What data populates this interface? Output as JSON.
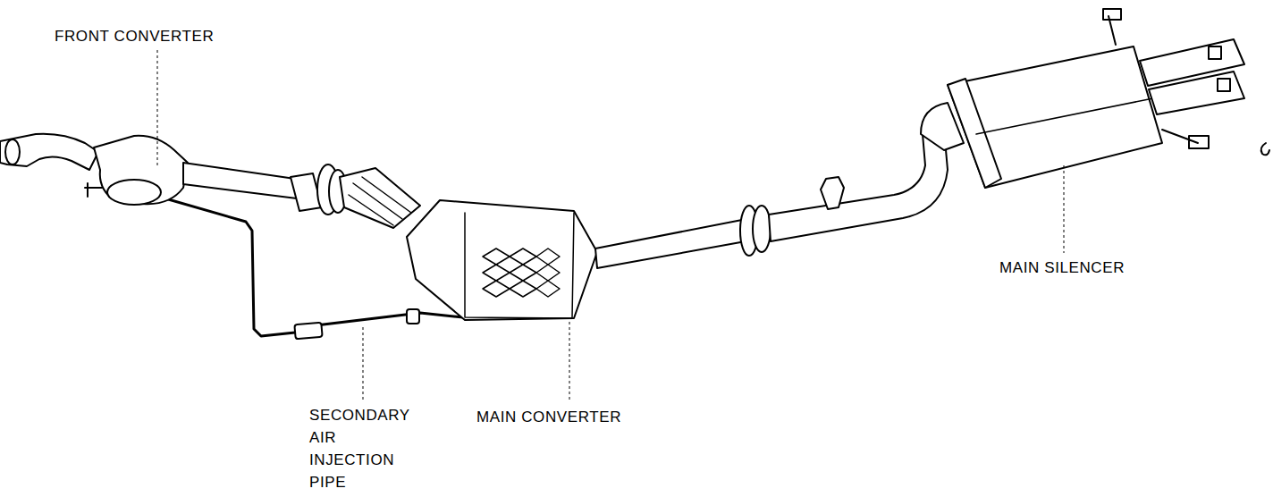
{
  "diagram": {
    "labels": [
      "FRONT CONVERTER",
      "SECONDARY AIR INJECTION PIPE",
      "MAIN CONVERTER",
      "MAIN SILENCER"
    ]
  }
}
